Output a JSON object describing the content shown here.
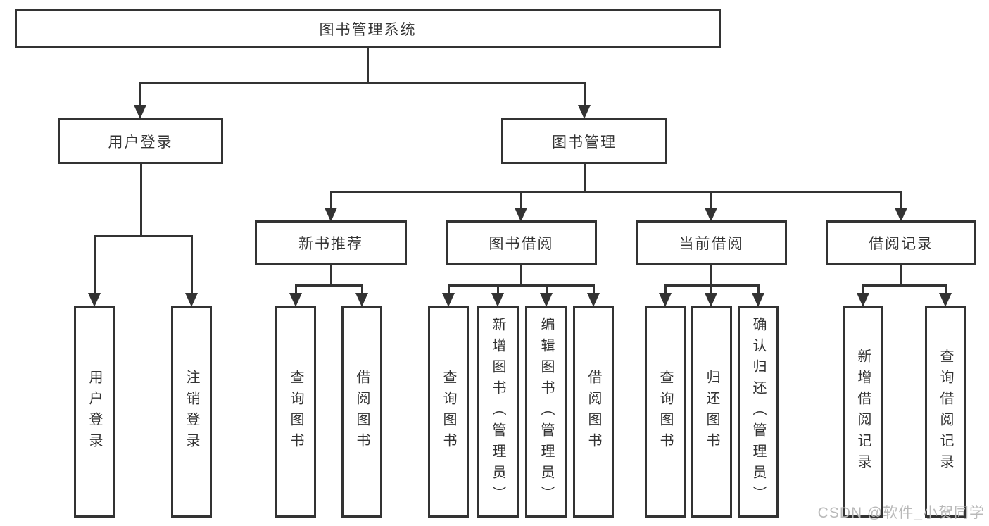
{
  "tree": {
    "label": "图书管理系统",
    "children": [
      {
        "label": "用户登录",
        "children": [
          {
            "label": "用户登录"
          },
          {
            "label": "注销登录"
          }
        ]
      },
      {
        "label": "图书管理",
        "children": [
          {
            "label": "新书推荐",
            "children": [
              {
                "label": "查询图书"
              },
              {
                "label": "借阅图书"
              }
            ]
          },
          {
            "label": "图书借阅",
            "children": [
              {
                "label": "查询图书"
              },
              {
                "label": "新增图书（管理员）"
              },
              {
                "label": "编辑图书（管理员）"
              },
              {
                "label": "借阅图书"
              }
            ]
          },
          {
            "label": "当前借阅",
            "children": [
              {
                "label": "查询图书"
              },
              {
                "label": "归还图书"
              },
              {
                "label": "确认归还（管理员）"
              }
            ]
          },
          {
            "label": "借阅记录",
            "children": [
              {
                "label": "新增借阅记录"
              },
              {
                "label": "查询借阅记录"
              }
            ]
          }
        ]
      }
    ]
  },
  "watermark": {
    "text": "CSDN @软件_小贺同学"
  },
  "colors": {
    "line": "#333333",
    "text": "#333333",
    "background": "#ffffff",
    "watermark": "#b9b9b9"
  }
}
